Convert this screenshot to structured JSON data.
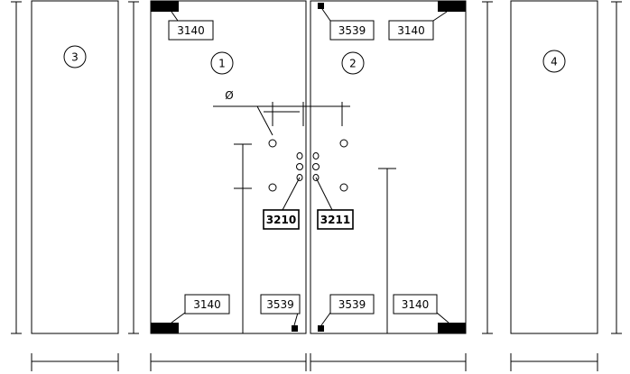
{
  "diagram": {
    "panel_numbers": {
      "panel_1": "1",
      "panel_2": "2",
      "panel_3": "3",
      "panel_4": "4"
    },
    "diameter_symbol": "Ø",
    "part_labels": {
      "top_left_corner": "3140",
      "top_center_left": "3539",
      "top_right_corner": "3140",
      "bottom_left_corner": "3140",
      "bottom_center_left": "3539",
      "bottom_center_right": "3539",
      "bottom_right_corner": "3140",
      "handle_left": "3210",
      "handle_right": "3211"
    },
    "colors": {
      "line": "#000000",
      "background": "#ffffff",
      "fitting": "#000000"
    }
  }
}
